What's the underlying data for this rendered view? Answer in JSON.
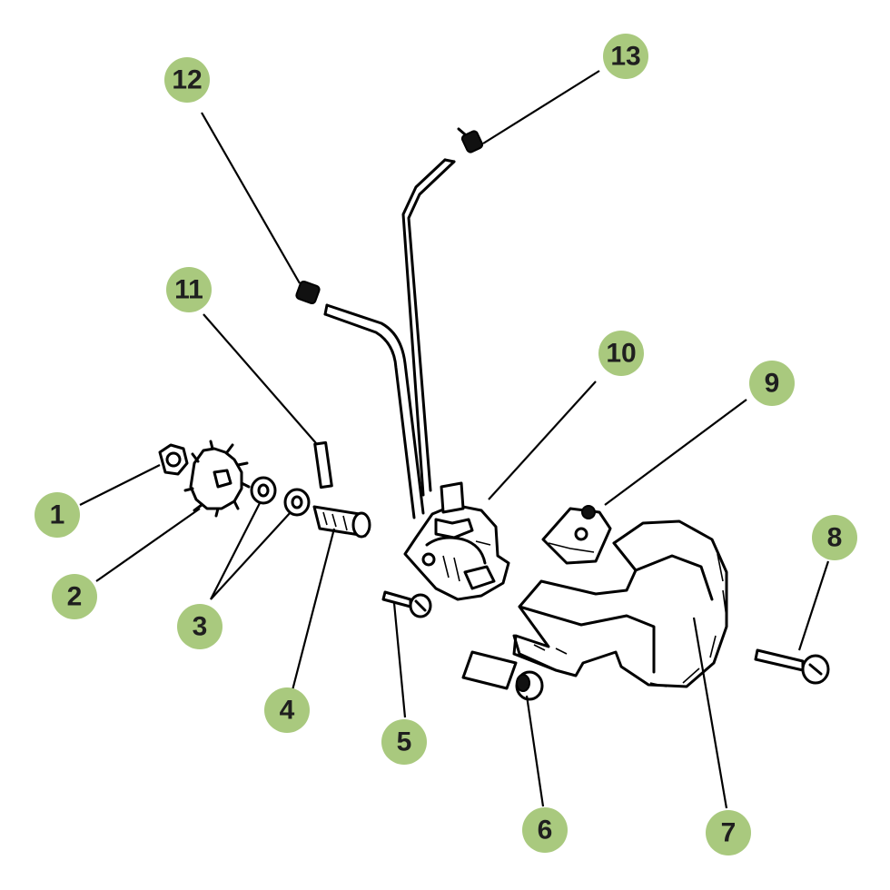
{
  "callouts": [
    "1",
    "2",
    "3",
    "4",
    "5",
    "6",
    "7",
    "8",
    "9",
    "10",
    "11",
    "12",
    "13"
  ],
  "colors": {
    "callout_fill": "#a9c97e",
    "callout_text": "#1f1f1f",
    "ink": "#000000"
  }
}
